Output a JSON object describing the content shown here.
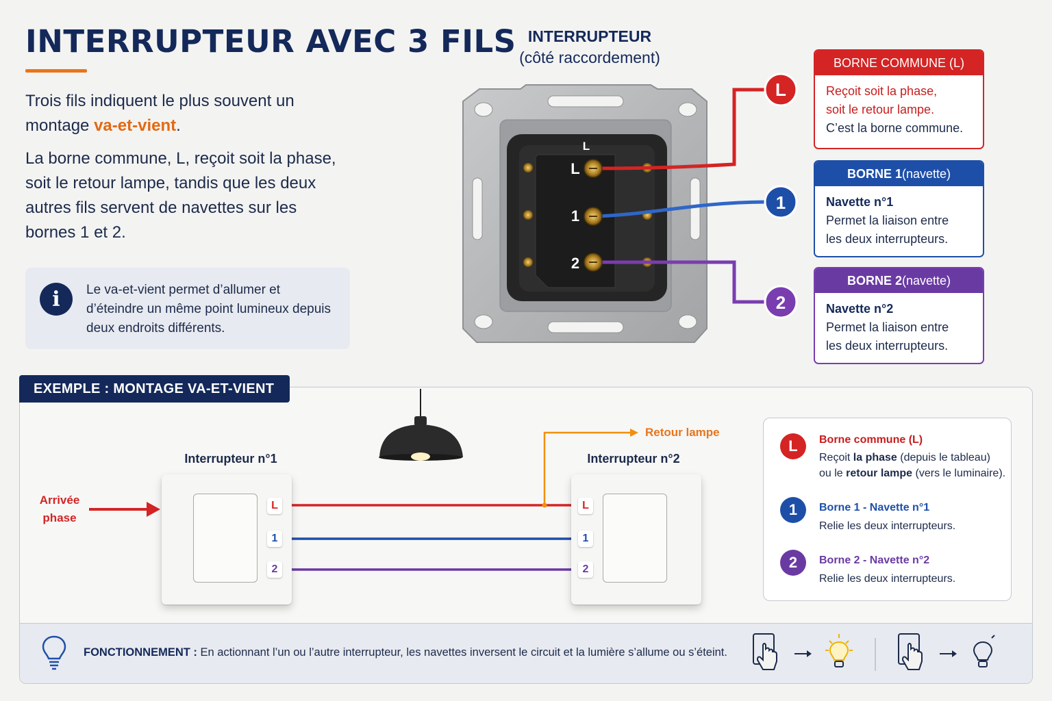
{
  "title": "INTERRUPTEUR AVEC 3 FILS",
  "intro": {
    "p1_a": "Trois fils indiquent le plus souvent un montage ",
    "p1_accent": "va-et-vient",
    "p1_b": ".",
    "p2": "La borne commune, L, reçoit soit la phase, soit le retour lampe, tandis que les deux autres fils servent de navettes sur les bornes 1 et 2."
  },
  "info": {
    "icon": "i",
    "text": "Le va-et-vient permet d’allumer et d’éteindre un même point lumineux depuis deux endroits différents."
  },
  "switch_view": {
    "title_line1": "INTERRUPTEUR",
    "title_line2": "(côté raccordement)",
    "terminals": [
      "L",
      "L",
      "1",
      "2"
    ]
  },
  "markers": {
    "L": "L",
    "one": "1",
    "two": "2"
  },
  "cards": {
    "common": {
      "head": "BORNE COMMUNE (L)",
      "line1": "Reçoit soit la phase,",
      "line2": "soit le retour lampe.",
      "line3": "C’est la borne commune."
    },
    "borne1": {
      "head_bold": "BORNE 1",
      "head_rest": " (navette)",
      "line1": "Navette n°1",
      "line2": "Permet la liaison entre",
      "line3": "les deux interrupteurs."
    },
    "borne2": {
      "head_bold": "BORNE 2",
      "head_rest": " (navette)",
      "line1": "Navette n°2",
      "line2": "Permet la liaison entre",
      "line3": "les deux interrupteurs."
    }
  },
  "example": {
    "tag": "EXEMPLE : MONTAGE VA-ET-VIENT",
    "switch1_label": "Interrupteur n°1",
    "switch2_label": "Interrupteur n°2",
    "arrivee_line1": "Arrivée",
    "arrivee_line2": "phase",
    "retour_lampe": "Retour lampe",
    "term_L": "L",
    "term_1": "1",
    "term_2": "2"
  },
  "legend": {
    "common": {
      "mark": "L",
      "title": "Borne commune (L)",
      "desc_a": "Reçoit ",
      "desc_b": "la phase",
      "desc_c": " (depuis le tableau)",
      "desc_d": "ou le ",
      "desc_e": "retour lampe",
      "desc_f": " (vers le luminaire)."
    },
    "n1": {
      "mark": "1",
      "title": "Borne 1 - Navette n°1",
      "desc": "Relie les deux interrupteurs."
    },
    "n2": {
      "mark": "2",
      "title": "Borne 2 - Navette n°2",
      "desc": "Relie les deux interrupteurs."
    }
  },
  "fonctionnement": {
    "label": "FONCTIONNEMENT :",
    "text": " En actionnant l’un ou l’autre interrupteur, les navettes inversent le circuit et la lumière s’allume ou s’éteint."
  },
  "colors": {
    "navy": "#14295a",
    "orange": "#e8751a",
    "red": "#d42424",
    "blue": "#1e4fa8",
    "purple": "#6a3aa3",
    "yellow": "#f0b400"
  },
  "icons": [
    "info-icon",
    "lightbulb-icon",
    "hand-press-icon",
    "arrow-right-icon",
    "bulb-on-icon",
    "bulb-off-icon",
    "pendant-lamp-icon"
  ]
}
